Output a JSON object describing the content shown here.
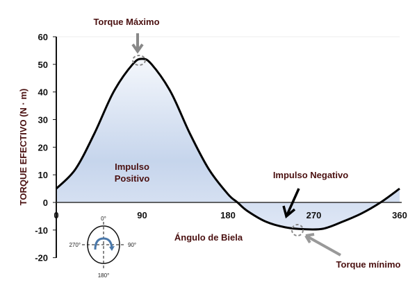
{
  "chart_data": {
    "type": "area",
    "title": "",
    "xlabel": "Ángulo de Biela",
    "ylabel": "TORQUE EFECTIVO (N · m)",
    "xlim": [
      0,
      360
    ],
    "ylim": [
      -20,
      60
    ],
    "xticks": [
      "0",
      "90",
      "180",
      "270",
      "360"
    ],
    "yticks": [
      "60",
      "50",
      "40",
      "30",
      "20",
      "10",
      "0",
      "-10",
      "-20"
    ],
    "series": [
      {
        "name": "Torque efectivo",
        "x": [
          0,
          20,
          40,
          60,
          80,
          90,
          100,
          120,
          140,
          160,
          180,
          190,
          200,
          220,
          240,
          260,
          280,
          300,
          320,
          340,
          360
        ],
        "y": [
          5,
          12,
          25,
          40,
          50,
          52,
          50,
          40,
          25,
          12,
          3,
          0,
          -3,
          -7,
          -9,
          -9.7,
          -9.5,
          -7,
          -4,
          0,
          5
        ]
      }
    ],
    "annotations": {
      "max": "Torque Máximo",
      "min": "Torque mínimo",
      "positive": [
        "Impulso",
        "Positivo"
      ],
      "negative": "Impulso Negativo"
    },
    "crank_diagram": {
      "top": "0°",
      "right": "90°",
      "bottom": "180°",
      "left": "270°"
    },
    "colors": {
      "line": "#000000",
      "fill_top": "#c3d2ea",
      "fill_bottom": "#eef2fa",
      "label": "#4a1010"
    }
  }
}
